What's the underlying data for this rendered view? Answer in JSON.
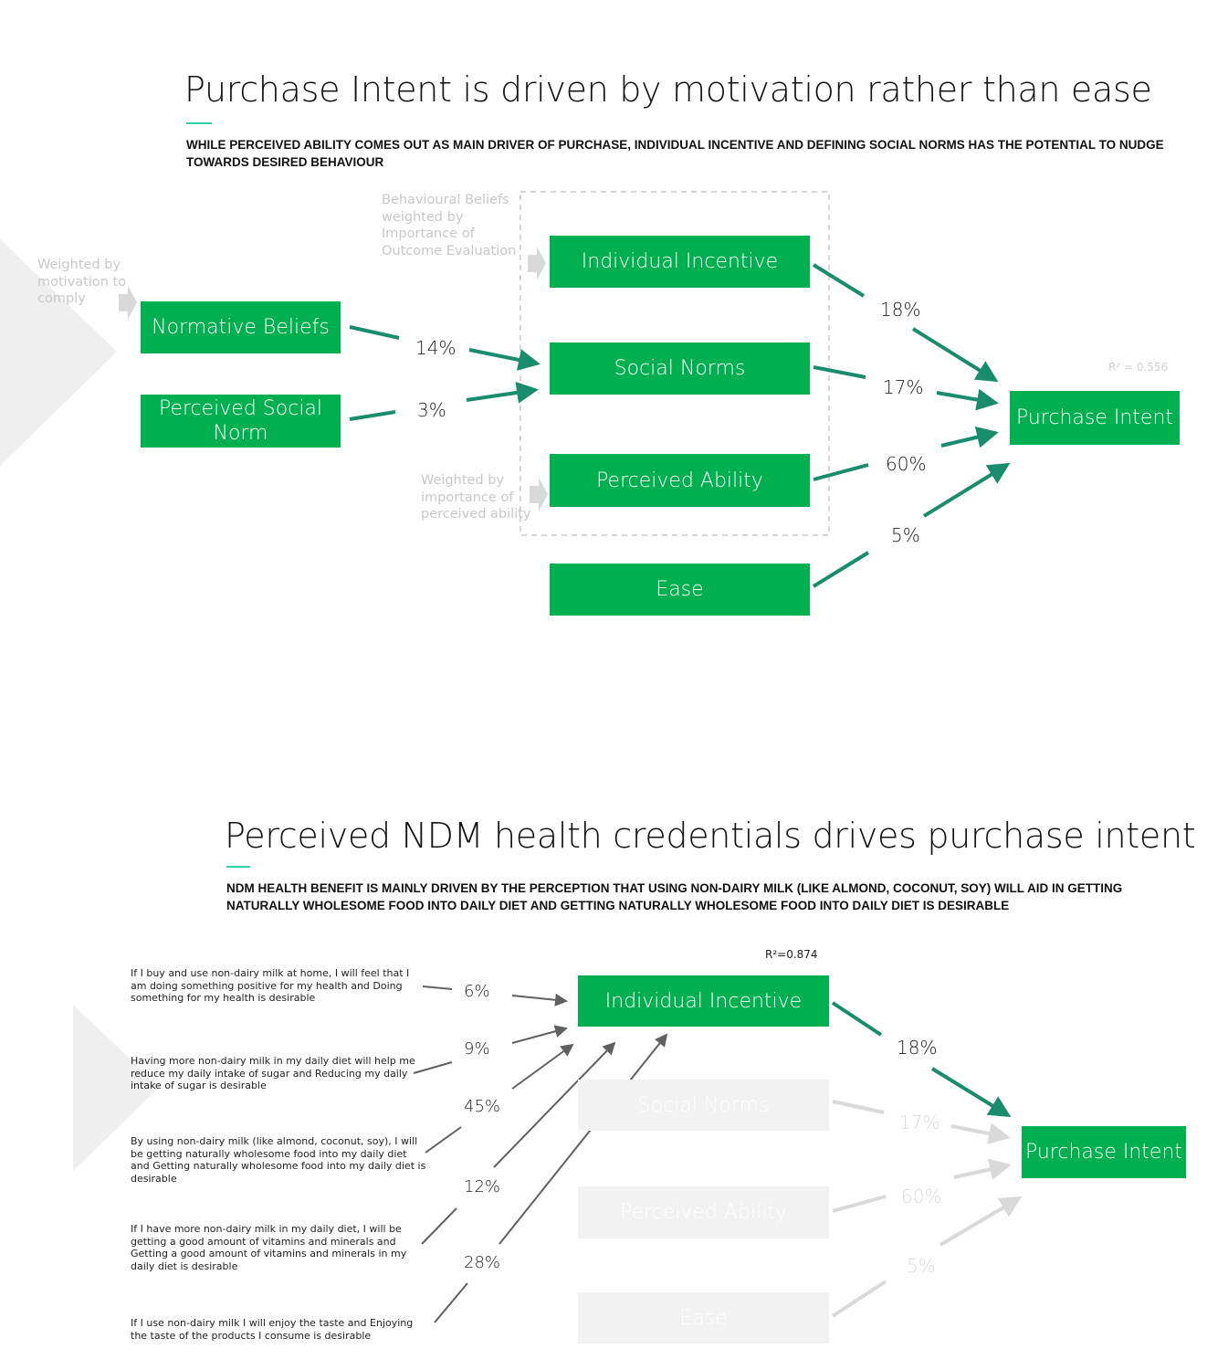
{
  "top": {
    "title": "Purchase Intent is driven by motivation rather than ease",
    "subtitle": "WHILE PERCEIVED ABILITY COMES OUT AS MAIN DRIVER OF PURCHASE, INDIVIDUAL INCENTIVE AND DEFINING SOCIAL NORMS HAS THE POTENTIAL TO NUDGE TOWARDS DESIRED BEHAVIOUR",
    "notes": {
      "motivation": "Weighted by motivation to comply",
      "behavioural": "Behavioural Beliefs weighted by Importance of Outcome Evaluation",
      "ability": "Weighted by importance of perceived ability"
    },
    "boxes": {
      "normative": "Normative Beliefs",
      "perceived_social": "Perceived Social Norm",
      "individual": "Individual Incentive",
      "social": "Social Norms",
      "ability": "Perceived Ability",
      "ease": "Ease",
      "purchase": "Purchase Intent"
    },
    "pcts": {
      "normative": "14%",
      "perceived_social": "3%",
      "individual": "18%",
      "social": "17%",
      "ability": "60%",
      "ease": "5%"
    },
    "r2": "R² = 0.556"
  },
  "bottom": {
    "title": "Perceived NDM health credentials drives purchase intent",
    "subtitle": "NDM HEALTH BENEFIT IS MAINLY DRIVEN BY THE PERCEPTION THAT USING NON-DAIRY MILK (LIKE ALMOND, COCONUT, SOY) WILL AID IN GETTING NATURALLY WHOLESOME FOOD INTO DAILY DIET AND GETTING NATURALLY WHOLESOME FOOD INTO DAILY DIET IS DESIRABLE",
    "r2": "R²=0.874",
    "statements": [
      {
        "text": "If I buy and use non-dairy milk at home, I will feel that I am doing something positive for my health and Doing something for my health is desirable",
        "pct": "6%"
      },
      {
        "text": "Having more non-dairy milk in my daily diet will help me reduce my daily intake of sugar and Reducing my daily intake of sugar is desirable",
        "pct": "9%"
      },
      {
        "text": "By using non-dairy milk (like almond, coconut, soy), I will be getting naturally wholesome food into my daily diet and Getting naturally wholesome food into my daily diet is desirable",
        "pct": "45%"
      },
      {
        "text": "If I have more non-dairy milk in my daily diet, I will be getting a good amount of vitamins and minerals and Getting a good amount of vitamins and minerals in my daily diet is desirable",
        "pct": "12%"
      },
      {
        "text": "If I use non-dairy milk I will enjoy the taste and Enjoying the taste of the products I consume is desirable",
        "pct": "28%"
      }
    ],
    "boxes": {
      "individual": "Individual Incentive",
      "social": "Social Norms",
      "ability": "Perceived Ability",
      "ease": "Ease",
      "purchase": "Purchase Intent"
    },
    "pcts": {
      "individual": "18%",
      "social": "17%",
      "ability": "60%",
      "ease": "5%"
    }
  },
  "colors": {
    "green": "#00b050",
    "arrow": "#1a8c6e",
    "grey_arrow": "#606060",
    "faded": "#d9d9d9"
  }
}
